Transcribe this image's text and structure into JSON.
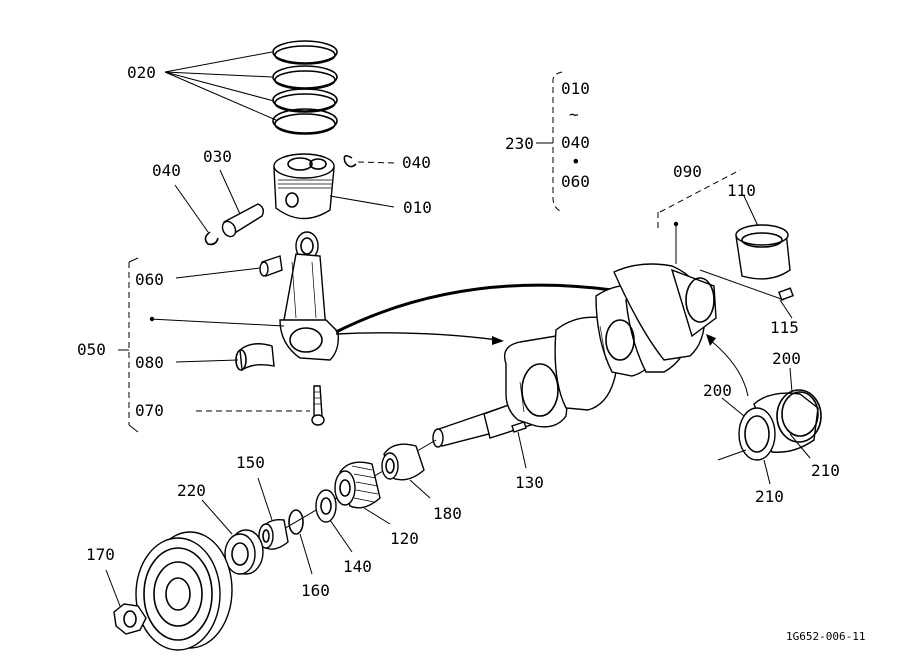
{
  "diagram": {
    "labels": {
      "p020": "020",
      "p030": "030",
      "p040a": "040",
      "p040b": "040",
      "p010": "010",
      "p060": "060",
      "p050": "050",
      "p080": "080",
      "p070": "070",
      "p230": "230",
      "g010": "010",
      "gtilde": "~",
      "g040": "040",
      "gdot": "•",
      "g060": "060",
      "p090": "090",
      "p110": "110",
      "p115": "115",
      "p200a": "200",
      "p200b": "200",
      "p210a": "210",
      "p210b": "210",
      "p130": "130",
      "p180": "180",
      "p120": "120",
      "p140": "140",
      "p150": "150",
      "p160": "160",
      "p170": "170",
      "p220": "220"
    },
    "figure_code": "1G652-006-11"
  }
}
